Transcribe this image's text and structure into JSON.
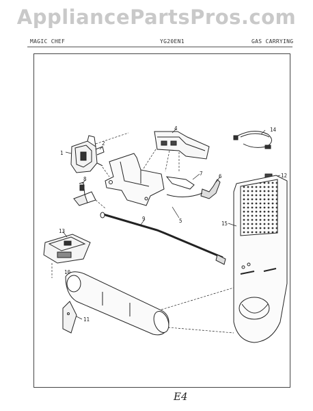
{
  "watermark": "AppliancePartsPros.com",
  "header": {
    "left": "MAGIC CHEF",
    "center": "YG20EN1",
    "right": "GAS CARRYING"
  },
  "callouts": [
    "1",
    "2",
    "4",
    "14",
    "12",
    "7",
    "6",
    "8",
    "5",
    "9",
    "15",
    "13",
    "10",
    "11"
  ],
  "footer_mark": "E4"
}
